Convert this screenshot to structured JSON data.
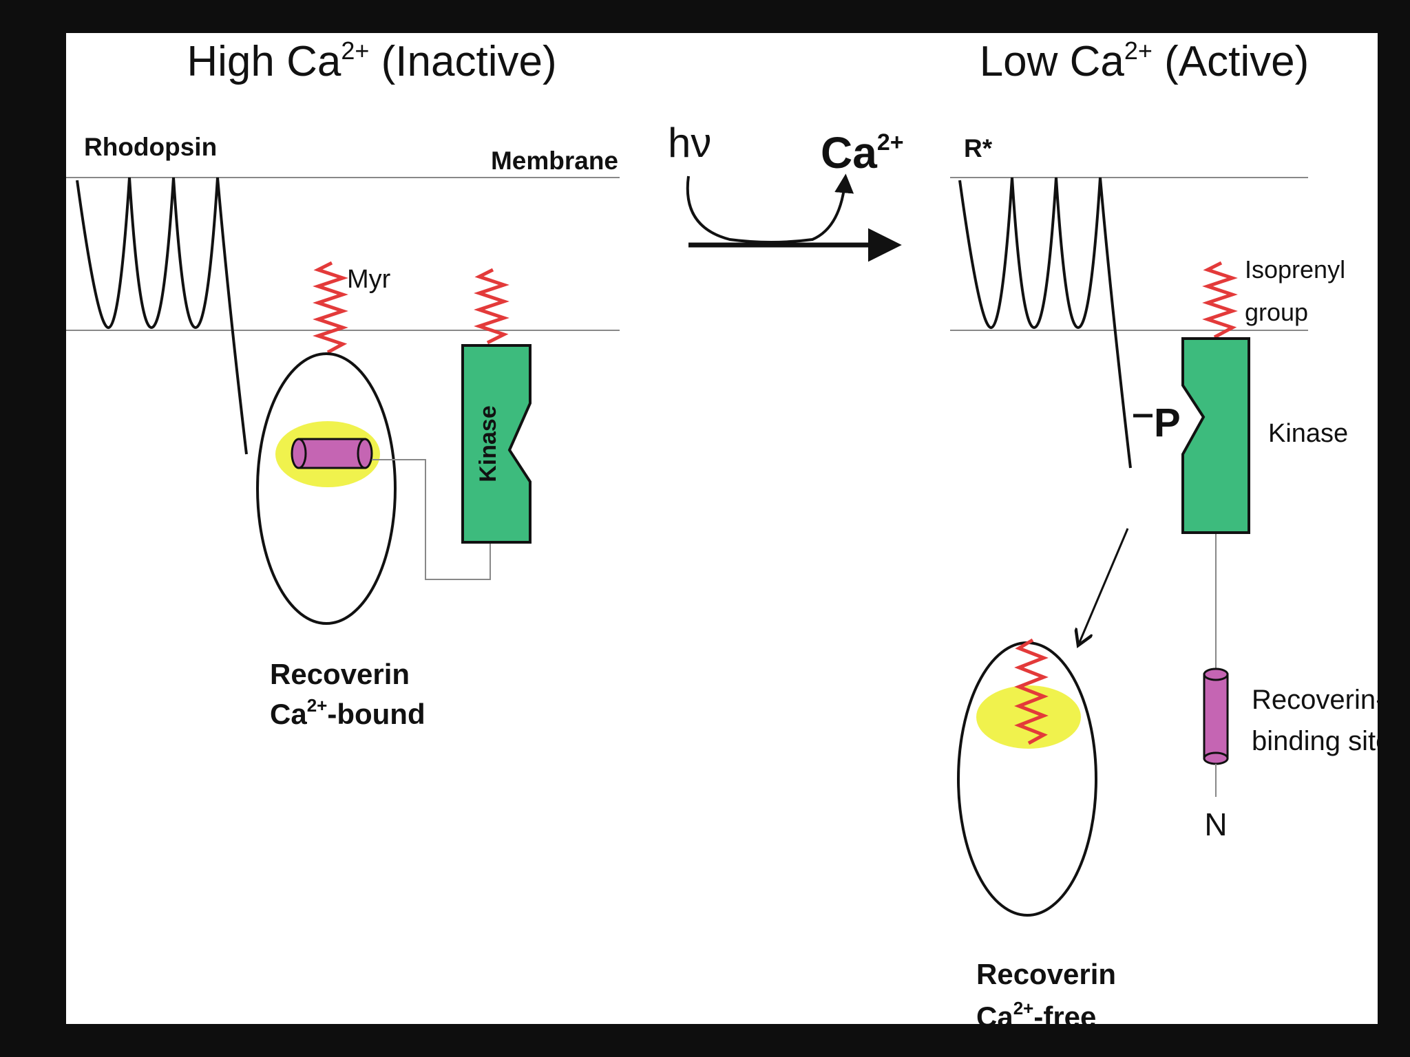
{
  "colors": {
    "background": "#0e0e0e",
    "panel": "#ffffff",
    "ink": "#111111",
    "membrane_line": "#888888",
    "kinase_fill": "#3dbb7d",
    "binding_site_fill": "#c565b3",
    "ca_pocket": "#eef13a",
    "lipid_anchor": "#e33a3a"
  },
  "inactive": {
    "title_main": "High Ca",
    "title_sup": "2+",
    "title_rest": " (Inactive)",
    "rhodopsin_label": "Rhodopsin",
    "membrane_label": "Membrane",
    "myr_label": "Myr",
    "kinase_label": "Kinase",
    "recoverin_label_line1": "Recoverin",
    "recoverin_label_ca": "Ca",
    "recoverin_label_sup": "2+",
    "recoverin_label_rest": "-bound"
  },
  "transition": {
    "light_label": "hν",
    "ca_label": "Ca",
    "ca_sup": "2+"
  },
  "active": {
    "title_main": "Low Ca",
    "title_sup": "2+",
    "title_rest": " (Active)",
    "receptor_label": "R*",
    "isoprenyl_line1": "Isoprenyl",
    "isoprenyl_line2": "group",
    "phosphate_label": "P",
    "kinase_label": "Kinase",
    "binding_site_line1": "Recoverin-",
    "binding_site_line2": "binding site",
    "n_terminus_label": "N",
    "recoverin_label_line1": "Recoverin",
    "recoverin_label_ca": "Ca",
    "recoverin_label_sup": "2+",
    "recoverin_label_rest": "-free"
  }
}
